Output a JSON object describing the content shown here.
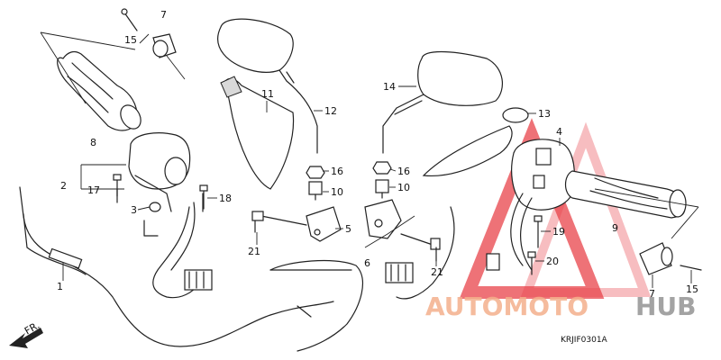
{
  "diagram": {
    "code": "KRJIF0301A",
    "direction_label": "FR.",
    "watermark": {
      "part1": "AUTOMOTO",
      "part2": "HUB",
      "color1": "#f4b08c",
      "color2": "#9a9a9a",
      "triangle_color": "#e8434a"
    },
    "callouts": {
      "c1": "1",
      "c2": "2",
      "c3": "3",
      "c4": "4",
      "c5": "5",
      "c6": "6",
      "c7a": "7",
      "c7b": "7",
      "c8": "8",
      "c9": "9",
      "c10a": "10",
      "c10b": "10",
      "c11": "11",
      "c12": "12",
      "c13": "13",
      "c14": "14",
      "c15a": "15",
      "c15b": "15",
      "c16a": "16",
      "c16b": "16",
      "c17": "17",
      "c18": "18",
      "c19": "19",
      "c20": "20",
      "c21a": "21",
      "c21b": "21"
    }
  }
}
